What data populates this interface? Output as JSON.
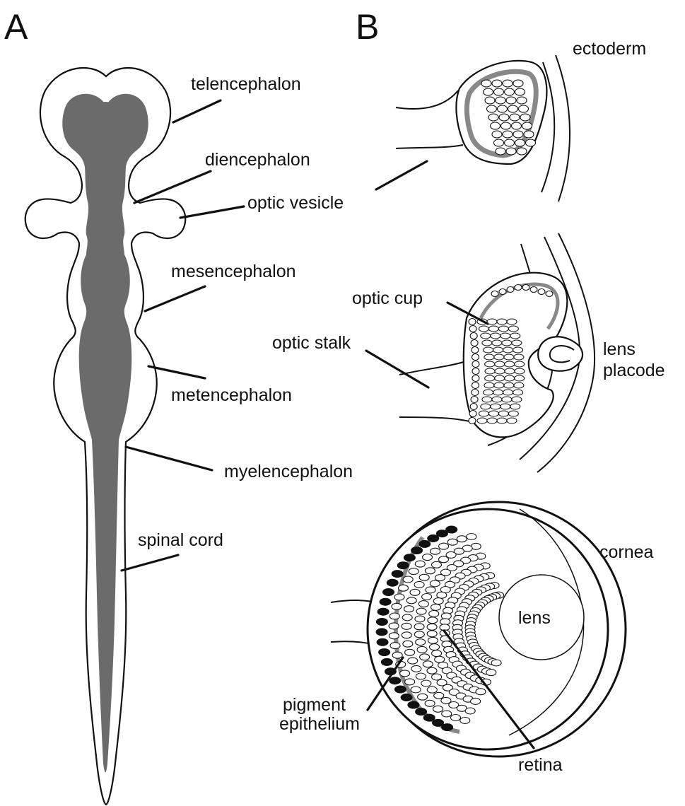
{
  "panels": {
    "a": "A",
    "b": "B"
  },
  "labels": {
    "telencephalon": "telencephalon",
    "diencephalon": "diencephalon",
    "optic_vesicle": "optic vesicle",
    "mesencephalon": "mesencephalon",
    "metencephalon": "metencephalon",
    "myelencephalon": "myelencephalon",
    "spinal_cord": "spinal cord",
    "ectoderm": "ectoderm",
    "optic_cup": "optic cup",
    "optic_stalk": "optic stalk",
    "lens_placode_1": "lens",
    "lens_placode_2": "placode",
    "cornea": "cornea",
    "lens": "lens",
    "pigment_1": "pigment",
    "pigment_2": "epithelium",
    "retina": "retina"
  },
  "colors": {
    "lumen": "#6b6b6b",
    "line": "#111111",
    "background": "#ffffff"
  }
}
